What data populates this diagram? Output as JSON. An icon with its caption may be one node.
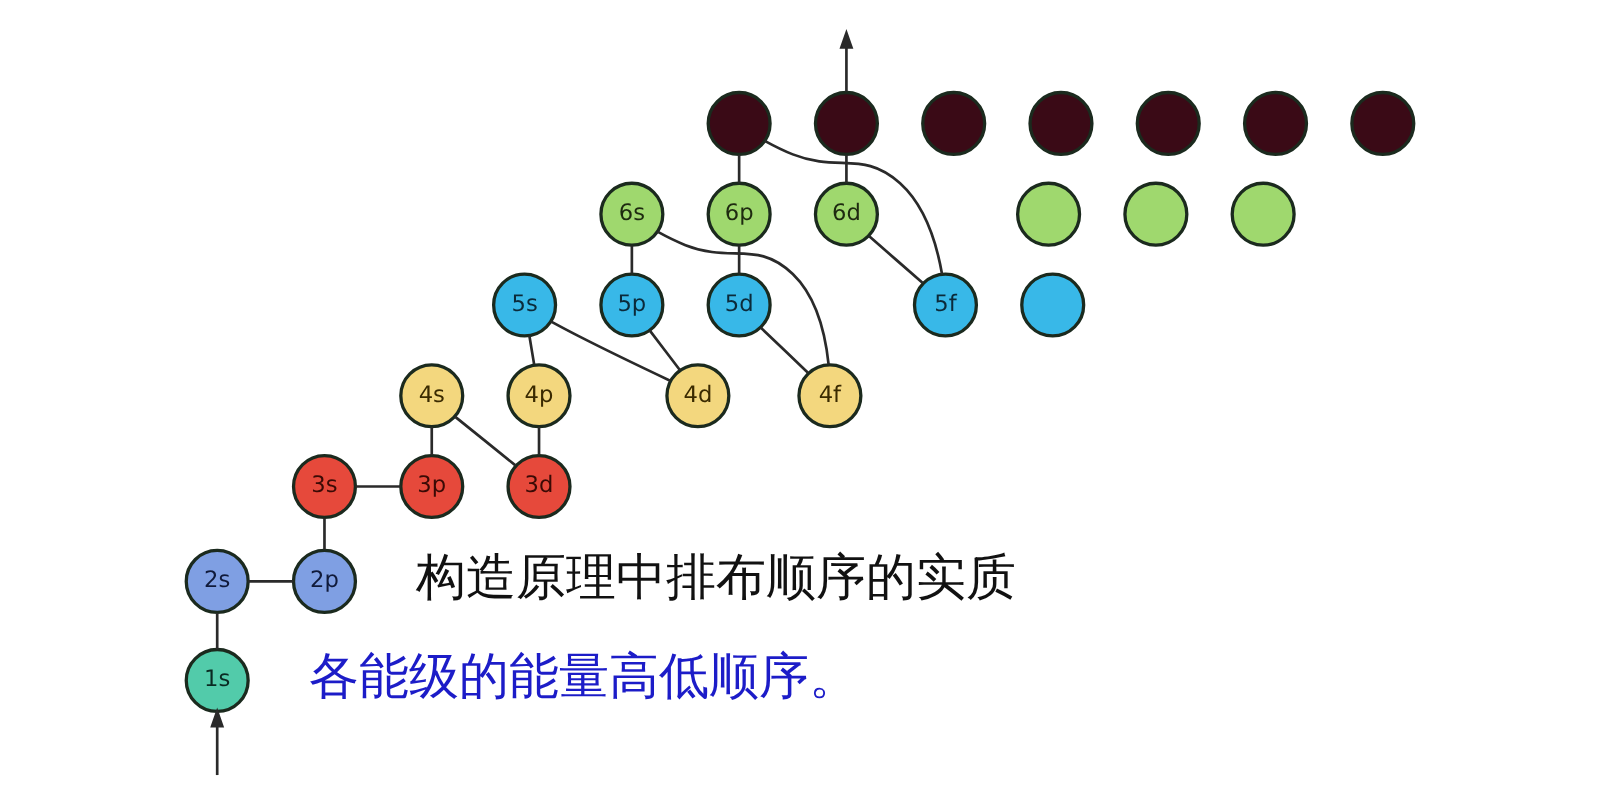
{
  "diagram": {
    "nodes": [
      {
        "text": [],
        "shape": "circle"
      },
      {
        "text": [],
        "shape": "circle"
      },
      {
        "text": [],
        "shape": "circle"
      },
      {
        "text": [],
        "shape": "circle"
      },
      {
        "text": [],
        "shape": "circle"
      },
      {
        "text": [],
        "shape": "circle"
      },
      {
        "text": [],
        "shape": "circle"
      },
      {
        "text": [
          "6s"
        ]
      },
      {
        "text": [
          "6p"
        ]
      },
      {
        "text": [
          "6d"
        ]
      },
      {
        "text": [],
        "shape": "circle"
      },
      {
        "text": [],
        "shape": "circle"
      },
      {
        "text": [],
        "shape": "circle"
      },
      {
        "text": [
          "5s"
        ]
      },
      {
        "text": [
          "5p"
        ]
      },
      {
        "text": [
          "5d"
        ]
      },
      {
        "text": [
          "5f"
        ]
      },
      {
        "text": [],
        "shape": "circle"
      },
      {
        "text": [
          "4s"
        ]
      },
      {
        "text": [
          "4p"
        ]
      },
      {
        "text": [
          "4d"
        ]
      },
      {
        "text": [
          "4f"
        ]
      },
      {
        "text": [
          "3s"
        ]
      },
      {
        "text": [
          "3p"
        ]
      },
      {
        "text": [
          "3d"
        ]
      },
      {
        "text": [
          "2s"
        ]
      },
      {
        "text": [
          "2p"
        ]
      },
      {
        "text": [
          "1s"
        ]
      }
    ],
    "edges": [
      {
        "from": null,
        "to": 27,
        "arrow": "to"
      },
      {
        "from": 27,
        "to": 25,
        "arrow": "none"
      },
      {
        "from": 25,
        "to": 26,
        "arrow": "none"
      },
      {
        "from": 26,
        "to": 22,
        "arrow": "none"
      },
      {
        "from": 22,
        "to": 23,
        "arrow": "none"
      },
      {
        "from": 23,
        "to": 18,
        "arrow": "none"
      },
      {
        "from": 18,
        "to": 24,
        "arrow": "none"
      },
      {
        "from": 24,
        "to": 19,
        "arrow": "none"
      },
      {
        "from": 19,
        "to": 13,
        "arrow": "none"
      },
      {
        "from": 13,
        "to": 20,
        "arrow": "none"
      },
      {
        "from": 20,
        "to": 14,
        "arrow": "none"
      },
      {
        "from": 14,
        "to": 7,
        "arrow": "none"
      },
      {
        "from": 7,
        "to": 21,
        "arrow": "none"
      },
      {
        "from": 21,
        "to": 15,
        "arrow": "none"
      },
      {
        "from": 15,
        "to": 8,
        "arrow": "none"
      },
      {
        "from": 8,
        "to": 0,
        "arrow": "none"
      },
      {
        "from": 0,
        "to": 16,
        "arrow": "none"
      },
      {
        "from": 16,
        "to": 9,
        "arrow": "none"
      },
      {
        "from": 9,
        "to": 1,
        "arrow": "none"
      },
      {
        "from": 1,
        "to": null,
        "arrow": "to"
      }
    ],
    "labels": [
      "构造原理中排布顺序的实质",
      "各能级的能量高低顺序。"
    ]
  }
}
